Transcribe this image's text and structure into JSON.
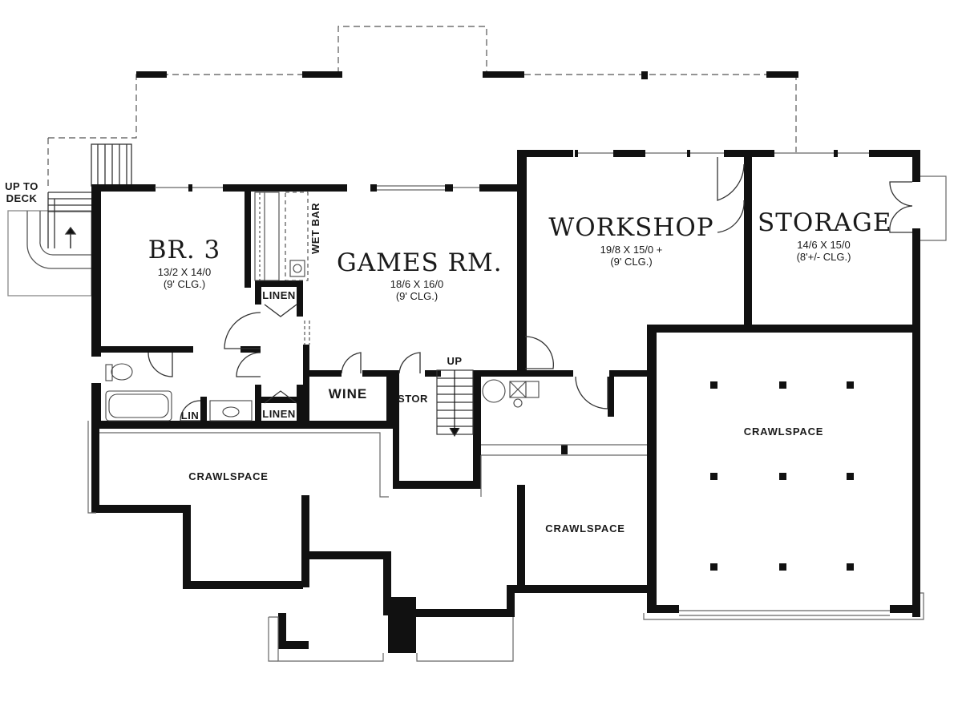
{
  "rooms": {
    "br3": {
      "name": "BR. 3",
      "size": "13/2 X 14/0",
      "ceiling": "(9' CLG.)"
    },
    "games": {
      "name": "GAMES RM.",
      "size": "18/6 X 16/0",
      "ceiling": "(9' CLG.)"
    },
    "workshop": {
      "name": "WORKSHOP",
      "size": "19/8 X 15/0 +",
      "ceiling": "(9' CLG.)"
    },
    "storage": {
      "name": "STORAGE",
      "size": "14/6 X 15/0",
      "ceiling": "(8'+/- CLG.)"
    }
  },
  "labels": {
    "up_to_deck_1": "UP TO",
    "up_to_deck_2": "DECK",
    "wet_bar": "WET BAR",
    "linen_top": "LINEN",
    "linen_bottom": "LINEN",
    "lin": "LIN",
    "wine": "WINE",
    "stor": "STOR",
    "up": "UP",
    "crawlspace_left": "CRAWLSPACE",
    "crawlspace_middle": "CRAWLSPACE",
    "crawlspace_right": "CRAWLSPACE"
  },
  "colors": {
    "wall": "#111111",
    "line": "#666666",
    "background": "#ffffff"
  }
}
